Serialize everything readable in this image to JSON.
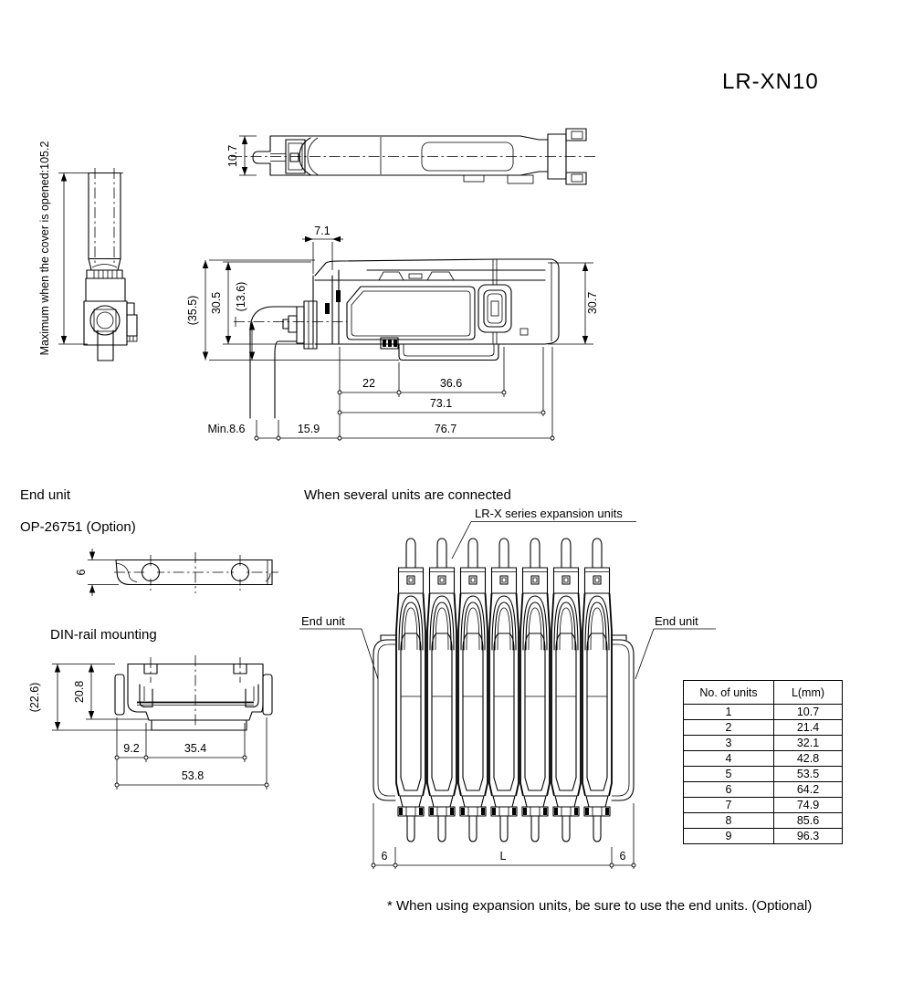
{
  "title": "LR-XN10",
  "colors": {
    "line": "#000000",
    "background": "#ffffff"
  },
  "top_view": {
    "dim_thickness": "10.7"
  },
  "cover_view": {
    "note": "Maximum when the cover is opened:105.2"
  },
  "main_view": {
    "dims": {
      "clamp_width": "7.1",
      "overall_height": "(35.5)",
      "body_height": "30.5",
      "lower_height": "(13.6)",
      "right_height": "30.7",
      "w_22": "22",
      "w_36_6": "36.6",
      "w_73_1": "73.1",
      "min_left": "Min.8.6",
      "w_15_9": "15.9",
      "w_76_7": "76.7"
    }
  },
  "end_unit": {
    "title": "End unit",
    "model": "OP-26751 (Option)",
    "dim_thickness": "6"
  },
  "din_rail": {
    "title": "DIN-rail mounting",
    "dims": {
      "overall_h": "(22.6)",
      "body_h": "20.8",
      "w_left": "9.2",
      "w_center": "35.4",
      "w_total": "53.8"
    }
  },
  "connected": {
    "title": "When several units are connected",
    "expansion_label": "LR-X series expansion units",
    "end_unit_left": "End unit",
    "end_unit_right": "End unit",
    "dim_left": "6",
    "dim_center": "L",
    "dim_right": "6",
    "unit_count": 7
  },
  "table": {
    "headers": [
      "No. of units",
      "L(mm)"
    ],
    "rows": [
      [
        "1",
        "10.7"
      ],
      [
        "2",
        "21.4"
      ],
      [
        "3",
        "32.1"
      ],
      [
        "4",
        "42.8"
      ],
      [
        "5",
        "53.5"
      ],
      [
        "6",
        "64.2"
      ],
      [
        "7",
        "74.9"
      ],
      [
        "8",
        "85.6"
      ],
      [
        "9",
        "96.3"
      ]
    ]
  },
  "footnote": "* When using expansion units, be sure to use the end units. (Optional)"
}
